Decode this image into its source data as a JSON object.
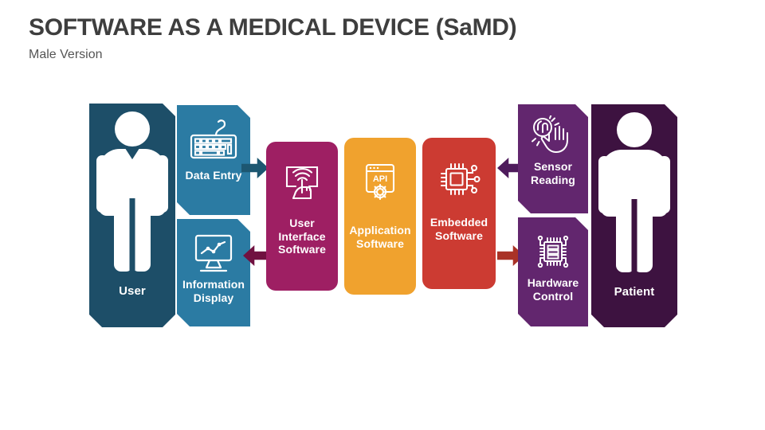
{
  "header": {
    "title": "SOFTWARE AS A MEDICAL DEVICE (SaMD)",
    "subtitle": "Male Version"
  },
  "colors": {
    "user_block": "#1d4e68",
    "user_sub_block": "#2b7ba3",
    "ui_software": "#9e1f63",
    "application_software": "#f0a22e",
    "embedded_software": "#cc3b32",
    "sensor_block": "#62266e",
    "patient_block": "#3d1240",
    "arrow_data_entry": "#1d5771",
    "arrow_information_display": "#701140",
    "arrow_sensor_reading": "#4e1b5c",
    "arrow_hardware_control": "#a93226",
    "title_text": "#3e3e3e",
    "subtitle_text": "#555555",
    "block_text": "#ffffff"
  },
  "actors": {
    "user": {
      "label": "User",
      "icon": "person-icon"
    },
    "patient": {
      "label": "Patient",
      "icon": "person-icon"
    }
  },
  "user_channels": [
    {
      "label": "Data Entry",
      "icon": "keyboard-icon"
    },
    {
      "label": "Information Display",
      "icon": "monitor-chart-icon"
    }
  ],
  "software_layers": [
    {
      "label": "User Interface Software",
      "icon": "touchscreen-tap-icon"
    },
    {
      "label": "Application Software",
      "icon": "api-gear-icon"
    },
    {
      "label": "Embedded Software",
      "icon": "microchip-icon"
    }
  ],
  "patient_channels": [
    {
      "label": "Sensor Reading",
      "icon": "fingerprint-hand-icon"
    },
    {
      "label": "Hardware Control",
      "icon": "chip-board-icon"
    }
  ],
  "arrows": [
    {
      "name": "data-entry-to-ui",
      "direction": "right"
    },
    {
      "name": "ui-to-information-display",
      "direction": "left"
    },
    {
      "name": "sensor-reading-to-embedded",
      "direction": "left"
    },
    {
      "name": "embedded-to-hardware-control",
      "direction": "right"
    }
  ]
}
